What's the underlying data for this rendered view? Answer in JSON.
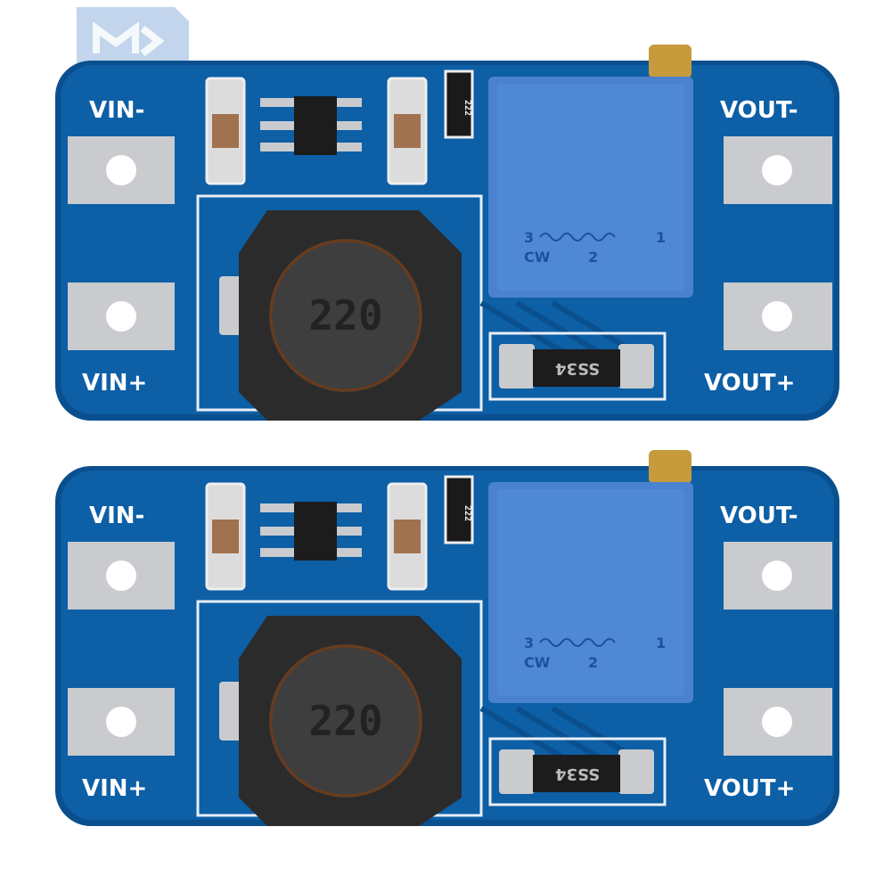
{
  "photo": {
    "subject": "boost-converter-boards",
    "board_count": 2,
    "colors": {
      "pcb": "#0b5b9e",
      "pcb_dark": "#074a86",
      "pad": "#c9cbce",
      "pot": "#4a82cf",
      "inductor": "#2b2b2b",
      "brass": "#c79a3c"
    }
  },
  "boards": [
    {
      "labels": {
        "vin_minus": "VIN-",
        "vin_plus": "VIN+",
        "vout_minus": "VOUT-",
        "vout_plus": "VOUT+"
      },
      "inductor_code": "220",
      "diode_code": "SS34",
      "resistor_code": "222",
      "pot_pins": {
        "left": "3",
        "right": "1",
        "cw": "CW",
        "wiper": "2"
      }
    },
    {
      "labels": {
        "vin_minus": "VIN-",
        "vin_plus": "VIN+",
        "vout_minus": "VOUT-",
        "vout_plus": "VOUT+"
      },
      "inductor_code": "220",
      "diode_code": "SS34",
      "resistor_code": "222",
      "pot_pins": {
        "left": "3",
        "right": "1",
        "cw": "CW",
        "wiper": "2"
      }
    }
  ]
}
